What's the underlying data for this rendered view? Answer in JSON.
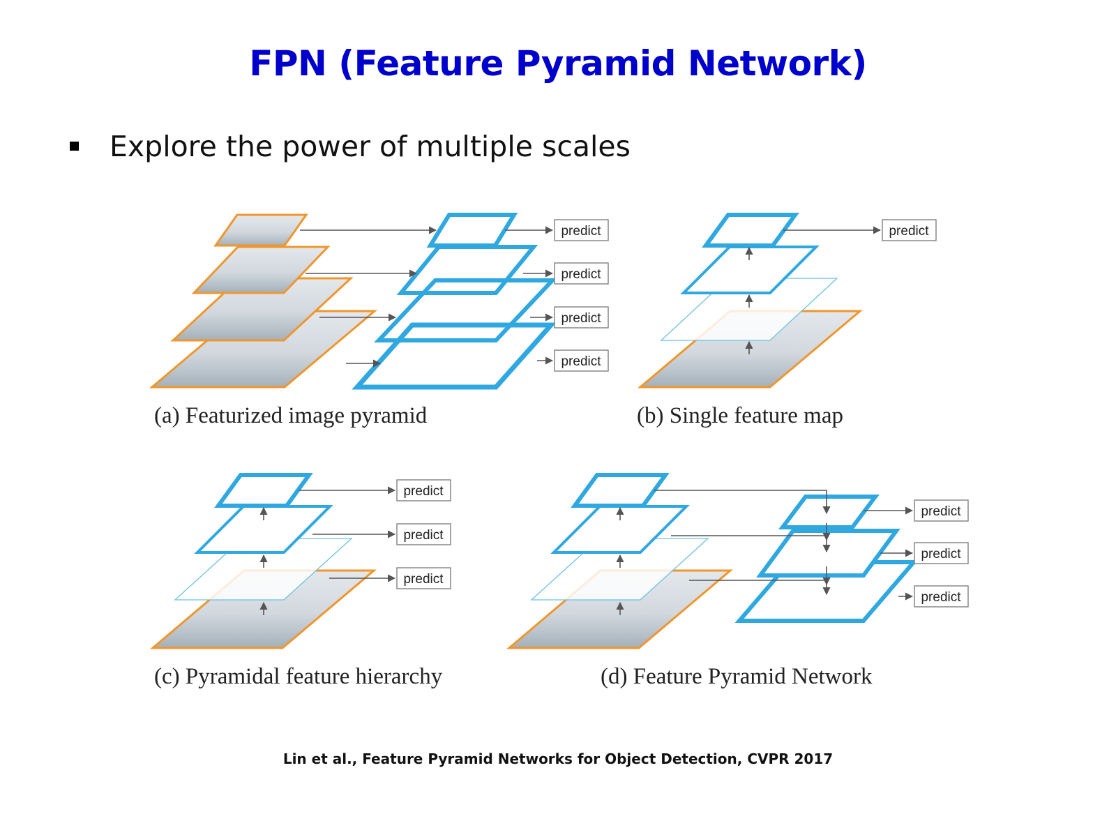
{
  "slide": {
    "title": "FPN (Feature Pyramid Network)",
    "bullet": "Explore the power of multiple scales",
    "citation": "Lin et al., Feature Pyramid Networks for Object Detection, CVPR 2017"
  },
  "panels": {
    "a": {
      "caption": "(a) Featurized image pyramid"
    },
    "b": {
      "caption": "(b) Single feature map"
    },
    "c": {
      "caption": "(c) Pyramidal feature hierarchy"
    },
    "d": {
      "caption": "(d) Feature Pyramid Network"
    }
  },
  "predict_label": "predict",
  "icons": {
    "bullet": "square-bullet-icon"
  },
  "colors": {
    "title": "#0000CC",
    "image_border": "#F0962E",
    "feature_border": "#2FA8E0",
    "arrow": "#555555",
    "image_fill": "#C9D2DA"
  }
}
